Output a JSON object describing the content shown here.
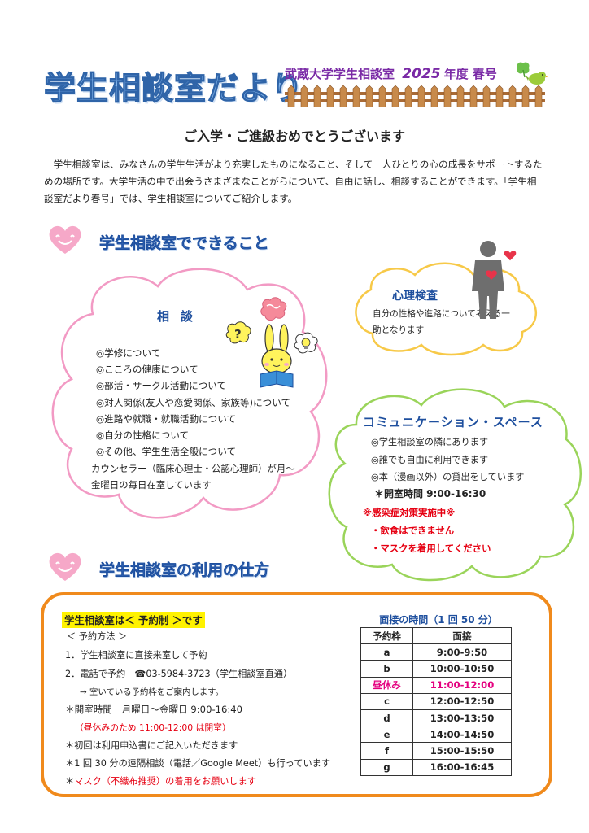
{
  "header": {
    "title": "学生相談室だより",
    "org": "武蔵大学学生相談室",
    "year": "2025",
    "year_suffix": "年度",
    "season": "春号"
  },
  "greeting": "ご入学・ご進級おめでとうございます",
  "intro": "　学生相談室は、みなさんの学生生活がより充実したものになること、そして一人ひとりの心の成長をサポートするための場所です。大学生活の中で出会うさまざまなことがらについて、自由に話し、相談することができます。「学生相談室だより春号」では、学生相談室についてご紹介します。",
  "section1": {
    "title": "学生相談室でできること"
  },
  "soudan": {
    "title": "相談",
    "items": [
      "◎学修について",
      "◎こころの健康について",
      "◎部活・サークル活動について",
      "◎対人関係(友人や恋愛関係、家族等)について",
      "◎進路や就職・就職活動について",
      "◎自分の性格について",
      "◎その他、学生生活全般について"
    ],
    "note": "カウンセラー（臨床心理士・公認心理師）が月～金曜日の毎日在室しています"
  },
  "shinri": {
    "title": "心理検査",
    "text": "自分の性格や進路について考える一助となります"
  },
  "comm": {
    "title": "コミュニケーション・スペース",
    "items": [
      "◎学生相談室の隣にあります",
      "◎誰でも自由に利用できます",
      "◎本（漫画以外）の貸出をしています"
    ],
    "hours": "＊開室時間 9:00-16:30",
    "warning": "※感染症対策実施中※",
    "warn_items": [
      "・飲食はできません",
      "・マスクを着用してください"
    ]
  },
  "section2": {
    "title": "学生相談室の利用の仕方"
  },
  "usage": {
    "headline": "学生相談室は＜ 予約制 ＞です",
    "method_label": "＜ 予約方法 ＞",
    "step1": "1．学生相談室に直接来室して予約",
    "step2": "2．電話で予約　☎03-5984-3723（学生相談室直通）",
    "step2_note": "→ 空いている予約枠をご案内します。",
    "hours": "＊開室時間　月曜日～金曜日 9:00-16:40",
    "hours_note": "（昼休みのため 11:00-12:00 は閉室）",
    "first_time": "＊初回は利用申込書にご記入いただきます",
    "remote": "＊1 回 30 分の遠隔相談（電話／Google Meet）も行っています",
    "mask_prefix": "＊",
    "mask": "マスク（不織布推奨）の着用をお願いします"
  },
  "schedule": {
    "title": "面接の時間（1 回 50 分）",
    "headers": [
      "予約枠",
      "面接"
    ],
    "rows": [
      [
        "a",
        "9:00-9:50"
      ],
      [
        "b",
        "10:00-10:50"
      ],
      [
        "昼休み",
        "11:00-12:00"
      ],
      [
        "c",
        "12:00-12:50"
      ],
      [
        "d",
        "13:00-13:50"
      ],
      [
        "e",
        "14:00-14:50"
      ],
      [
        "f",
        "15:00-15:50"
      ],
      [
        "g",
        "16:00-16:45"
      ]
    ]
  },
  "colors": {
    "title_blue": "#7fb2ea",
    "heading_blue": "#3c6fc0",
    "org_purple": "#7a2aa6",
    "pink_cloud": "#f29ac4",
    "yellow_cloud": "#f7c948",
    "green_cloud": "#9ad45a",
    "orange_border": "#f08a1c",
    "warning_red": "#e60012",
    "highlight_yellow": "#fff200"
  },
  "icons": [
    "smile-heart-icon",
    "rabbit-reading-icon",
    "question-bubble-icon",
    "lightbulb-bubble-icon",
    "worry-bubble-icon",
    "person-heart-icon",
    "bird-icon",
    "clover-icon",
    "fence-icon"
  ]
}
